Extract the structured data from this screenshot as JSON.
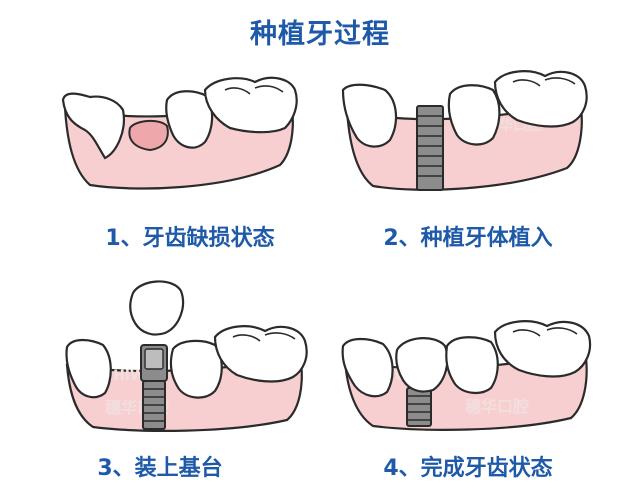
{
  "title": "种植牙过程",
  "steps": [
    {
      "label": "1、牙齿缺损状态"
    },
    {
      "label": "2、种植牙体植入"
    },
    {
      "label": "3、装上基台"
    },
    {
      "label": "4、完成牙齿状态"
    }
  ],
  "watermark": {
    "latin": "SHIWAH",
    "cn": "穗华口腔"
  },
  "colors": {
    "title": "#1f5aa8",
    "gum": "#f7cfd0",
    "gum_dark": "#eea8ac",
    "tooth": "#ffffff",
    "outline": "#2b2b2b",
    "implant": "#8c8c8c"
  }
}
